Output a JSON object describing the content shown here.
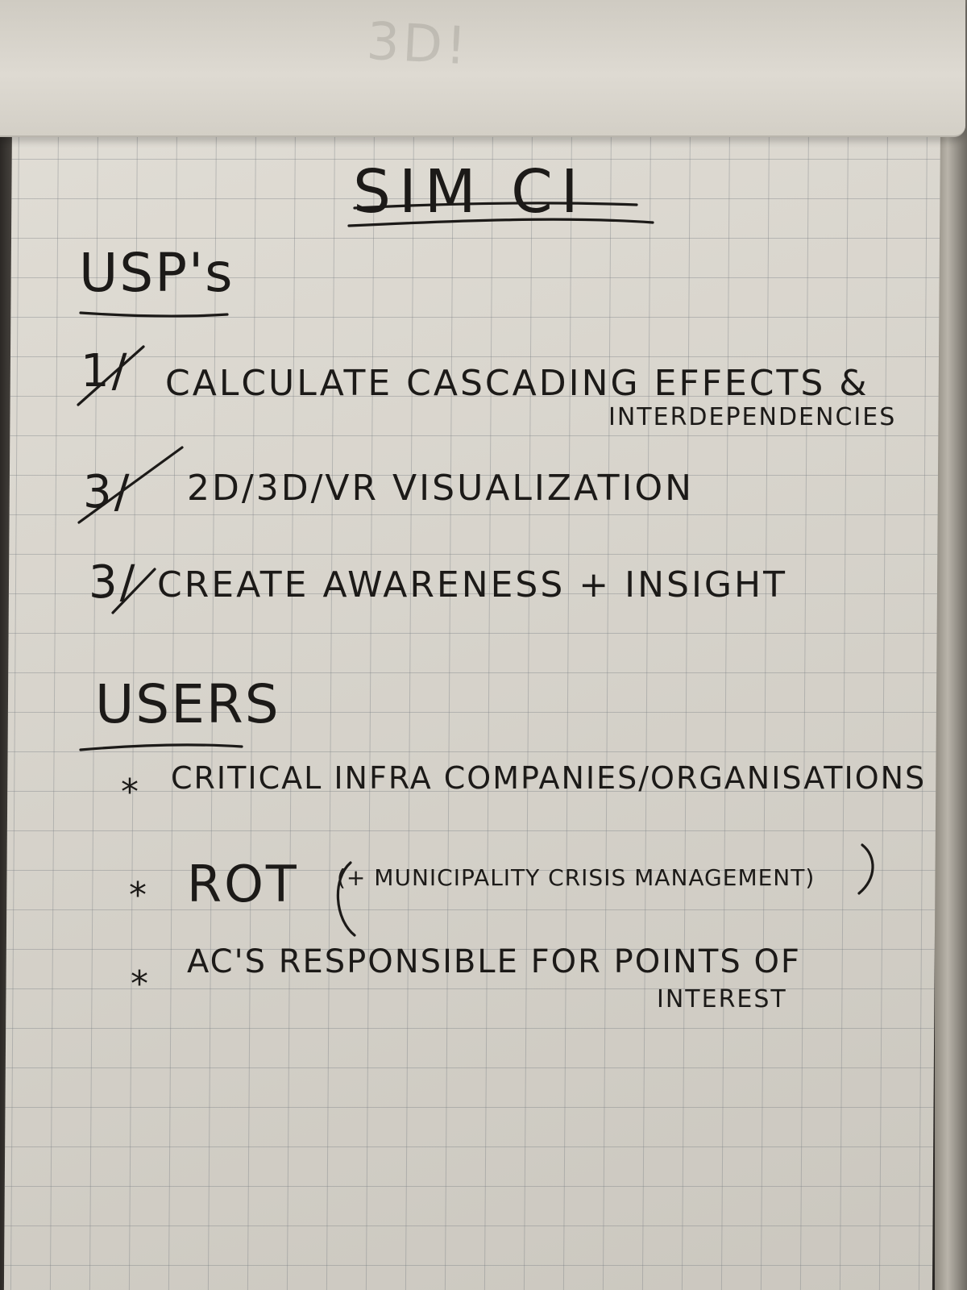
{
  "top_sheet": {
    "text": "3D!"
  },
  "title": "SIM CI",
  "usps": {
    "heading": "USP's",
    "items": [
      {
        "number": "1/",
        "text": "CALCULATE CASCADING EFFECTS &",
        "continuation": "INTERDEPENDENCIES"
      },
      {
        "number": "3/",
        "text": "2D/3D/VR VISUALIZATION"
      },
      {
        "number": "3/",
        "text": "CREATE AWARENESS + INSIGHT"
      }
    ]
  },
  "users": {
    "heading": "USERS",
    "items": [
      {
        "bullet": "*",
        "text": "CRITICAL INFRA COMPANIES/ORGANISATIONS"
      },
      {
        "bullet": "*",
        "text": "ROT",
        "note": "(+ MUNICIPALITY CRISIS MANAGEMENT)"
      },
      {
        "bullet": "*",
        "text": "AC'S RESPONSIBLE FOR POINTS OF",
        "continuation": "INTEREST"
      }
    ]
  },
  "colors": {
    "ink": "#1c1a18",
    "paper": "#dcd8cf",
    "grid": "#787d82",
    "wall": "#d9622e"
  }
}
